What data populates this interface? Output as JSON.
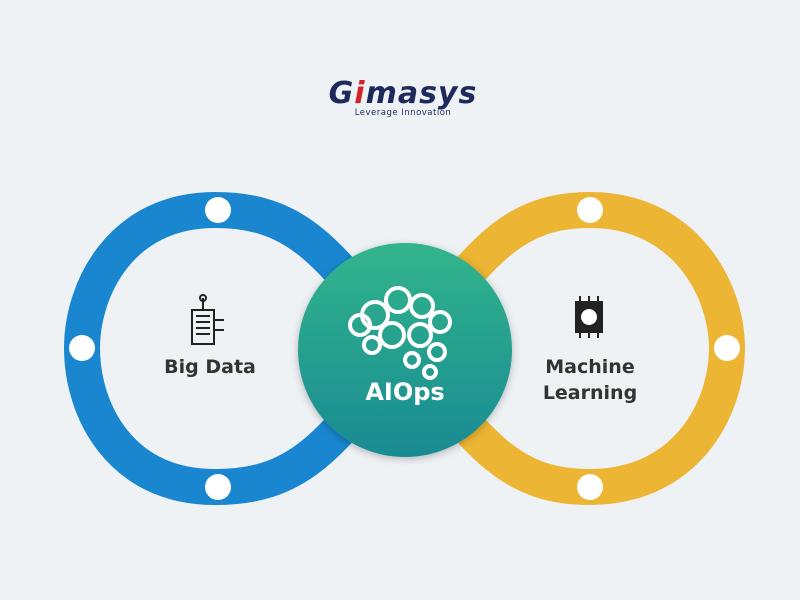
{
  "logo": {
    "name_prefix": "G",
    "name_accent": "i",
    "name_suffix": "masys",
    "tagline": "Leverage Innovation"
  },
  "left": {
    "label": "Big Data",
    "icon": "server-icon",
    "color": "#1a86cf"
  },
  "right": {
    "label_line1": "Machine",
    "label_line2": "Learning",
    "icon": "chip-brain-icon",
    "color": "#ecb533"
  },
  "center": {
    "label": "AIOps",
    "icon": "gear-brain-icon",
    "color_top": "#2fb38a",
    "color_bottom": "#1a8c93"
  }
}
